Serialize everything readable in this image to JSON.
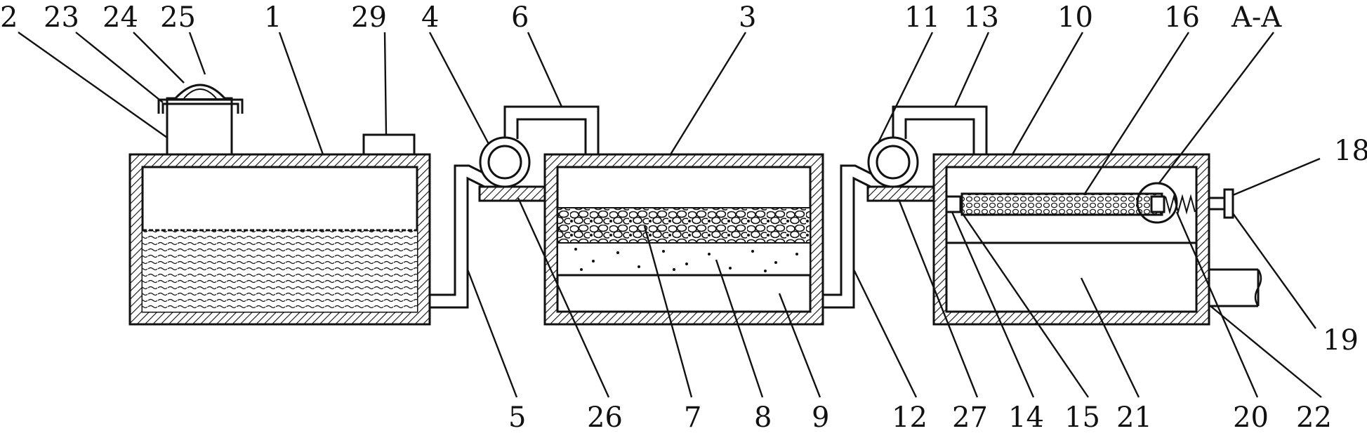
{
  "labels": {
    "l2": "2",
    "l23": "23",
    "l24": "24",
    "l25": "25",
    "l1": "1",
    "l29": "29",
    "l4": "4",
    "l6": "6",
    "l3": "3",
    "l11": "11",
    "l13": "13",
    "l10": "10",
    "l16": "16",
    "lAA": "A-A",
    "l18": "18",
    "l19": "19",
    "l5": "5",
    "l26": "26",
    "l7": "7",
    "l8": "8",
    "l9": "9",
    "l12": "12",
    "l27": "27",
    "l14": "14",
    "l15": "15",
    "l21": "21",
    "l20": "20",
    "l22": "22"
  }
}
